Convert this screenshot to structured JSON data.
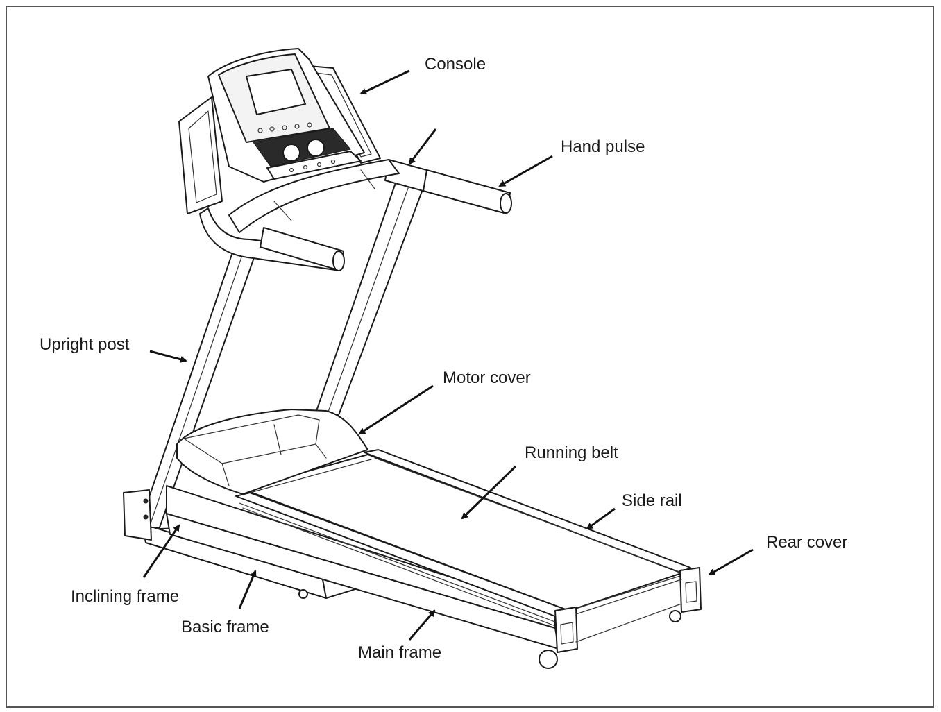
{
  "diagram": {
    "labels": {
      "console": "Console",
      "hand_pulse": "Hand pulse",
      "upright_post": "Upright post",
      "motor_cover": "Motor cover",
      "running_belt": "Running belt",
      "side_rail": "Side rail",
      "rear_cover": "Rear cover",
      "inclining_frame": "Inclining frame",
      "basic_frame": "Basic frame",
      "main_frame": "Main frame"
    },
    "colors": {
      "line": "#1a1a1a",
      "border": "#555555",
      "background": "#ffffff"
    }
  }
}
